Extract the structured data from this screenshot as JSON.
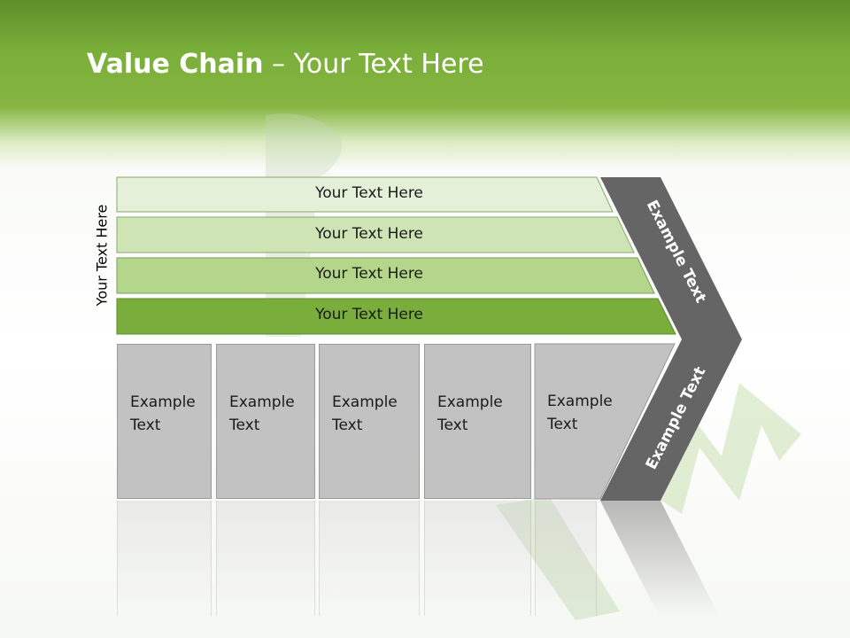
{
  "title": {
    "bold": "Value Chain",
    "rest": " – Your Text Here"
  },
  "side_label": "Your Text Here",
  "rows": [
    {
      "label": "Your Text Here",
      "color": "#e4f0d8"
    },
    {
      "label": "Your Text Here",
      "color": "#cfe4b5"
    },
    {
      "label": "Your Text Here",
      "color": "#b3d68a"
    },
    {
      "label": "Your Text Here",
      "color": "#79ad3c"
    }
  ],
  "boxes": [
    {
      "line1": "Example",
      "line2": "Text"
    },
    {
      "line1": "Example",
      "line2": "Text"
    },
    {
      "line1": "Example",
      "line2": "Text"
    },
    {
      "line1": "Example",
      "line2": "Text"
    },
    {
      "line1": "Example",
      "line2": "Text"
    }
  ],
  "chevron": {
    "upper": "Example Text",
    "lower": "Example Text",
    "color": "#656565"
  },
  "colors": {
    "header": "#7aaf3a",
    "box": "#c2c2c2"
  }
}
